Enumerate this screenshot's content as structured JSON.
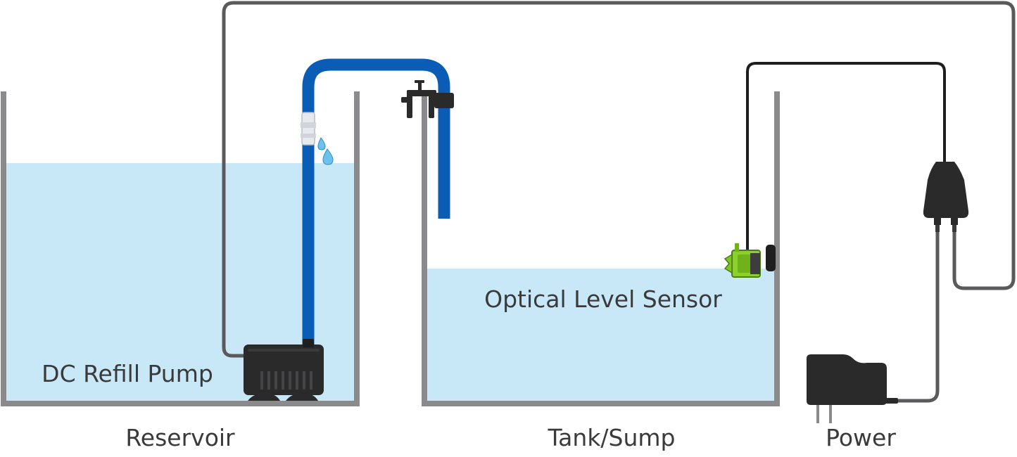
{
  "labels": {
    "dc_refill_pump": "DC Refill Pump",
    "reservoir": "Reservoir",
    "optical_level_sensor": "Optical Level Sensor",
    "tank_sump": "Tank/Sump",
    "power": "Power"
  },
  "colors": {
    "water": "#c8e8f8",
    "tank_wall": "#8a8a8c",
    "tube": "#0a5cb4",
    "cable_gray": "#5a5a5c",
    "cable_black": "#1e1e1e",
    "pump_body": "#2a2a2a",
    "sensor_green": "#8bd12a",
    "droplet": "#6cc2ec",
    "text": "#3a3a3a"
  },
  "icons": [
    "dc-refill-pump-icon",
    "optical-level-sensor-icon",
    "controller-hub-icon",
    "power-adapter-icon",
    "tube-clip-icon",
    "water-droplet-icon",
    "check-valve-icon"
  ]
}
